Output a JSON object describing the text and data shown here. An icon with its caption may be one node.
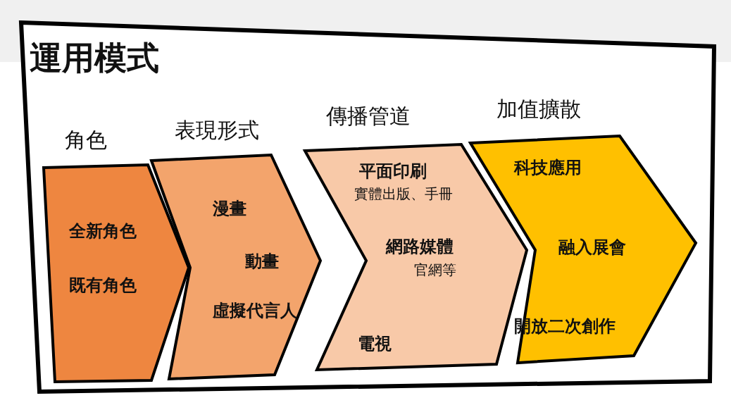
{
  "diagram": {
    "title": "運用模式",
    "nodes": [
      {
        "text": [
          "角色",
          "全新角色",
          "既有角色"
        ]
      },
      {
        "text": [
          "表現形式",
          "漫畫",
          "動畫",
          "虛擬代言人"
        ]
      },
      {
        "text": [
          "傳播管道",
          "平面印刷",
          "實體出版、手冊",
          "網路媒體",
          "官網等",
          "電視"
        ]
      },
      {
        "text": [
          "加值擴散",
          "科技應用",
          "融入展會",
          "開放二次創作"
        ]
      }
    ]
  }
}
